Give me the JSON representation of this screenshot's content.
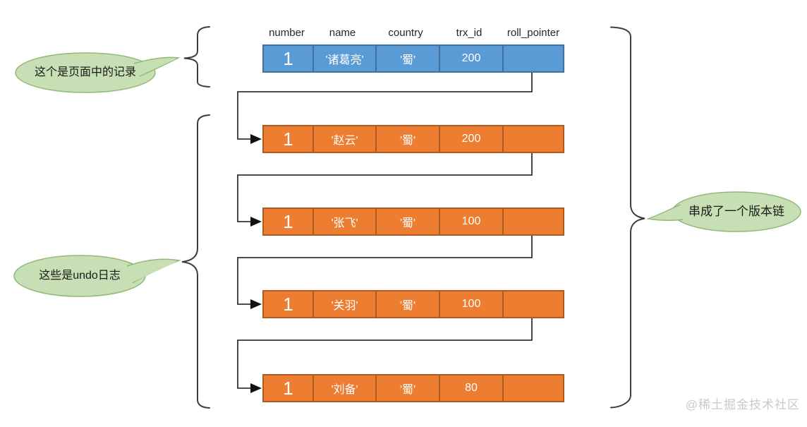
{
  "table": {
    "headers": [
      "number",
      "name",
      "country",
      "trx_id",
      "roll_pointer"
    ],
    "page_record": {
      "cells": [
        "1",
        "'诸葛亮'",
        "'蜀'",
        "200"
      ]
    },
    "undo_logs": [
      {
        "cells": [
          "1",
          "'赵云'",
          "'蜀'",
          "200"
        ]
      },
      {
        "cells": [
          "1",
          "'张飞'",
          "'蜀'",
          "100"
        ]
      },
      {
        "cells": [
          "1",
          "'关羽'",
          "'蜀'",
          "100"
        ]
      },
      {
        "cells": [
          "1",
          "'刘备'",
          "'蜀'",
          "80"
        ]
      }
    ]
  },
  "annotations": {
    "page_record_label": "这个是页面中的记录",
    "undo_logs_label": "这些是undo日志",
    "version_chain_label": "串成了一个版本链"
  },
  "watermark": "@稀土掘金技术社区",
  "colors": {
    "record_row_fill": "#5b9bd5",
    "record_row_border": "#41719c",
    "undo_row_fill": "#ed7d31",
    "undo_row_border": "#ae5a21",
    "bubble_fill": "#c7dfb5",
    "bubble_border": "#94b876",
    "connector": "#333333",
    "watermark_text": "#c9c9c9"
  }
}
